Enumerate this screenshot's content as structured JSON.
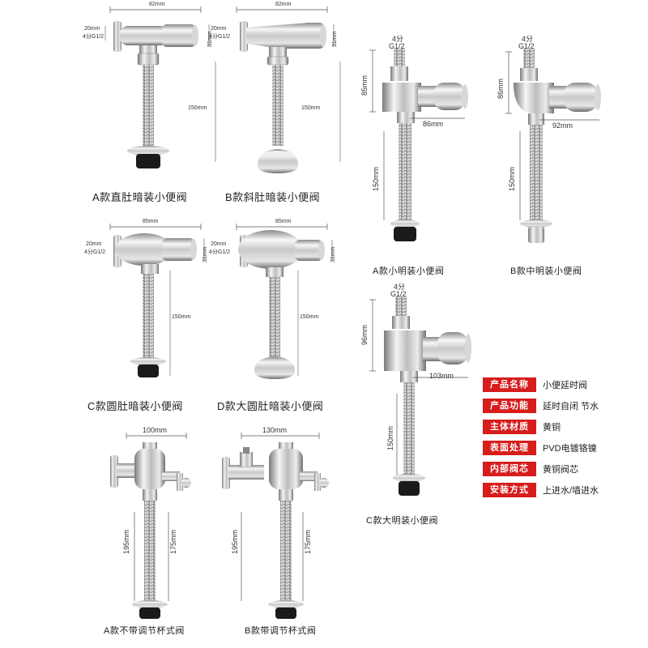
{
  "products": [
    {
      "id": "p1",
      "caption": "A款直肚暗装小便阀",
      "dims": [
        "82mm",
        "20mm",
        "4分G1/2",
        "31mm",
        "150mm"
      ]
    },
    {
      "id": "p2",
      "caption": "B款斜肚暗装小便阀",
      "dims": [
        "82mm",
        "20mm",
        "4分G1/2",
        "31mm",
        "150mm"
      ]
    },
    {
      "id": "p3",
      "caption": "A款小明装小便阀",
      "dims": [
        "4分",
        "G1/2",
        "85mm",
        "86mm",
        "150mm"
      ]
    },
    {
      "id": "p4",
      "caption": "B款中明装小便阀",
      "dims": [
        "4分",
        "G1/2",
        "86mm",
        "92mm",
        "150mm"
      ]
    },
    {
      "id": "p5",
      "caption": "C款圆肚暗装小便阀",
      "dims": [
        "85mm",
        "20mm",
        "4分G1/2",
        "31mm",
        "150mm"
      ]
    },
    {
      "id": "p6",
      "caption": "D款大圆肚暗装小便阀",
      "dims": [
        "85mm",
        "20mm",
        "4分G1/2",
        "31mm",
        "150mm"
      ]
    },
    {
      "id": "p7",
      "caption": "C款大明装小便阀",
      "dims": [
        "4分",
        "G1/2",
        "96mm",
        "103mm",
        "150mm"
      ]
    },
    {
      "id": "p8",
      "caption": "A款不带调节杯式阀",
      "dims": [
        "100mm",
        "195mm",
        "175mm"
      ]
    },
    {
      "id": "p9",
      "caption": "B款带调节杯式阀",
      "dims": [
        "130mm",
        "195mm",
        "175mm"
      ]
    }
  ],
  "specs": [
    {
      "label": "产品名称",
      "value": "小便延时阀"
    },
    {
      "label": "产品功能",
      "value": "延时自闭 节水"
    },
    {
      "label": "主体材质",
      "value": "黄铜"
    },
    {
      "label": "表面处理",
      "value": "PVD电镀铬镍"
    },
    {
      "label": "内部阀芯",
      "value": "黄铜阀芯"
    },
    {
      "label": "安装方式",
      "value": "上进水/墙进水"
    }
  ],
  "colors": {
    "accent": "#d71c1c",
    "chrome_light": "#f2f2f2",
    "chrome_dark": "#6e6e6e",
    "rubber": "#1a1a1a"
  }
}
